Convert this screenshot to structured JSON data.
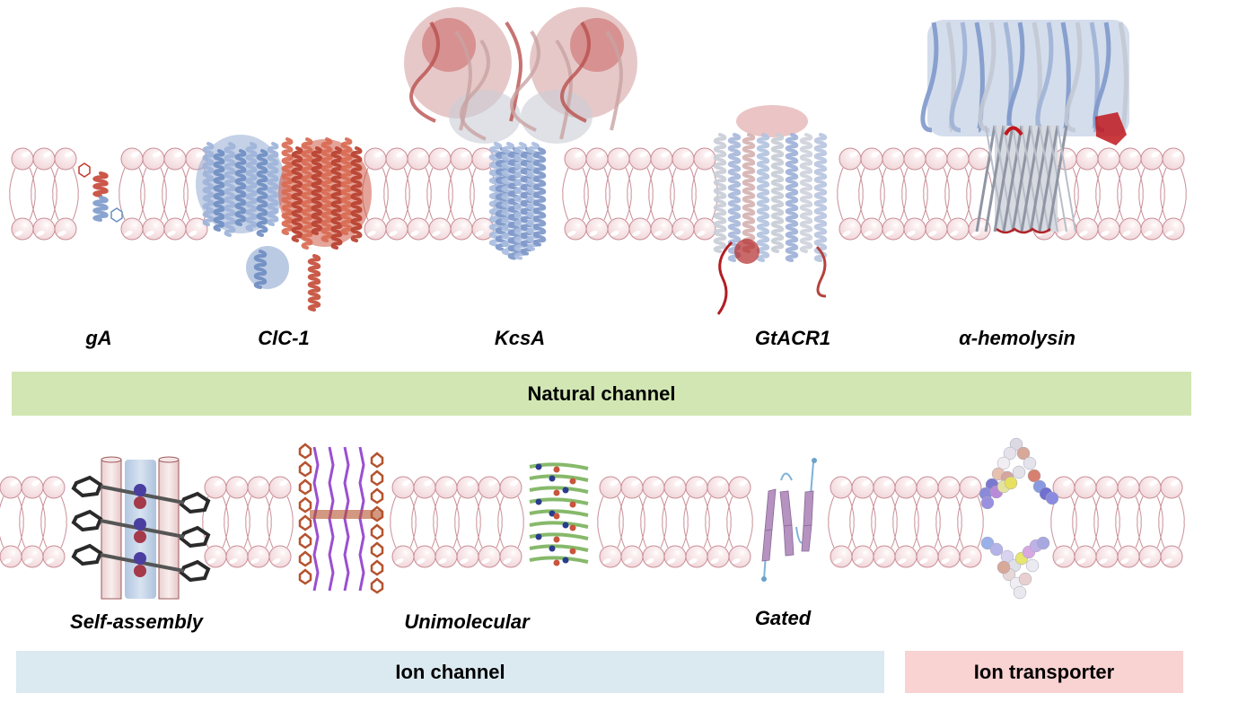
{
  "colors": {
    "lipid_head_fill": "#f7e3e5",
    "lipid_stroke": "#c98e98",
    "natural_band": "#d2e6b3",
    "ion_channel_band": "#dbe9f1",
    "ion_transporter_band": "#f9d2d2",
    "protein_blue": "#7f9ccc",
    "protein_red": "#c74a3a",
    "protein_dark_red": "#b01e23",
    "protein_grey": "#c9c9cf",
    "synthetic_purple": "#9b4fd0",
    "synthetic_orange": "#b5532f",
    "gated_purple": "#b592c0",
    "gated_line": "#7fb2d8"
  },
  "natural_channels": {
    "band_label": "Natural channel",
    "items": [
      {
        "name": "gA",
        "icon": "gramicidin-a-helix-icon"
      },
      {
        "name": "ClC-1",
        "icon": "clc1-protein-structure-icon"
      },
      {
        "name": "KcsA",
        "icon": "kcsa-protein-structure-icon"
      },
      {
        "name": "GtACR1",
        "icon": "gtacr1-protein-structure-icon"
      },
      {
        "name": "α-hemolysin",
        "icon": "hemolysin-pore-structure-icon"
      }
    ]
  },
  "synthetic_channels": {
    "band_label": "Ion channel",
    "items": [
      {
        "name": "Self-assembly",
        "icon": "self-assembly-channel-icon"
      },
      {
        "name": "Unimolecular",
        "icon": "unimolecular-channel-icon"
      },
      {
        "name": "Gated",
        "icon": "gated-channel-icon"
      }
    ]
  },
  "transporters": {
    "band_label": "Ion transporter",
    "icon": "ion-carrier-molecule-icon"
  }
}
